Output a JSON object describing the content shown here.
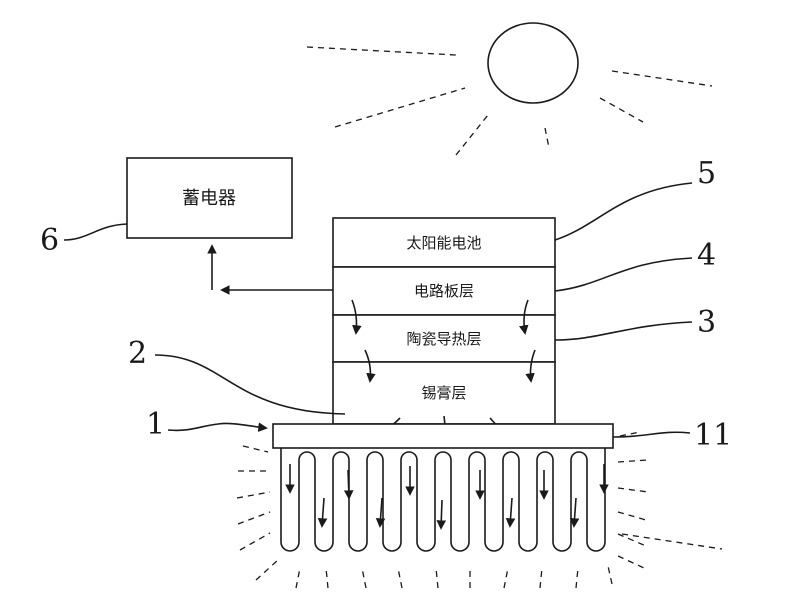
{
  "components": {
    "battery": {
      "label": "蓄电器",
      "number": "6"
    },
    "solar_cell": {
      "label": "太阳能电池",
      "number": "5"
    },
    "circuit_board": {
      "label": "电路板层",
      "number": "4"
    },
    "ceramic_layer": {
      "label": "陶瓷导热层",
      "number": "3"
    },
    "solder_layer": {
      "label": "锡膏层",
      "number": "2"
    },
    "heat_sink": {
      "number": "1"
    },
    "fins": {
      "number": "11"
    }
  }
}
